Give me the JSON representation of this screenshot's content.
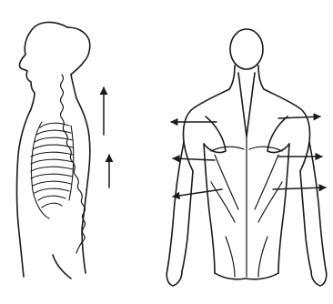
{
  "figure": {
    "panels": [
      {
        "name": "side-view-spine-ribcage"
      },
      {
        "name": "back-view-muscles"
      }
    ],
    "side_arrows": {
      "count": 2,
      "direction": "up"
    },
    "back_arrows": {
      "count": 6,
      "direction": "outward"
    }
  },
  "colors": {
    "ink": "#1a1a1a",
    "background": "#ffffff"
  }
}
